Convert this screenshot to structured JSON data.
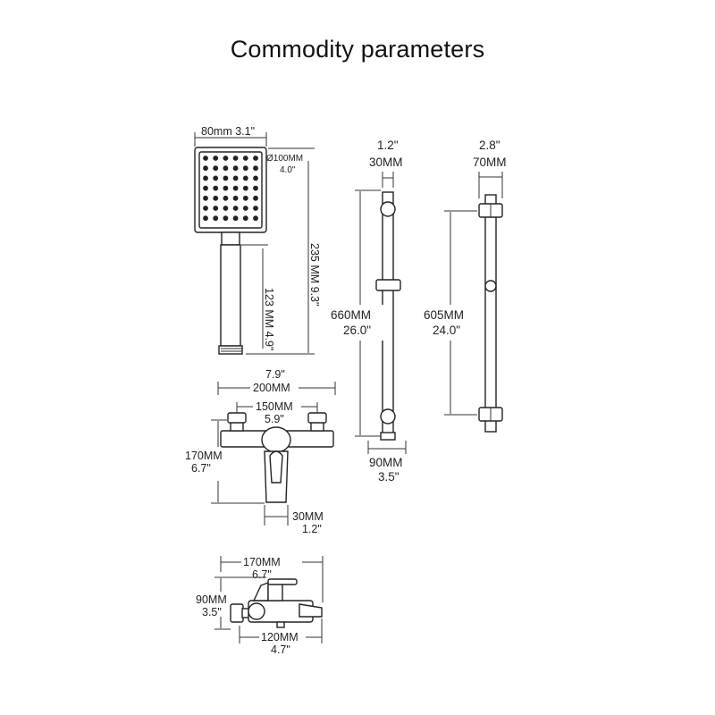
{
  "title": "Commodity parameters",
  "shower_head": {
    "width_label": "80mm 3.1\"",
    "diameter_mm": "Ø100MM",
    "diameter_in": "4.0\"",
    "total_length": "235 MM 9.3\"",
    "handle_length": "123 MM 4.9\""
  },
  "slide_bar_1": {
    "depth_in": "1.2\"",
    "depth_mm": "30MM",
    "height_mm": "660MM",
    "height_in": "26.0\"",
    "base_mm": "90MM",
    "base_in": "3.5\""
  },
  "slide_bar_2": {
    "depth_in": "2.8\"",
    "depth_mm": "70MM",
    "height_mm": "605MM",
    "height_in": "24.0\""
  },
  "mixer_front": {
    "total_in": "7.9\"",
    "total_mm": "200MM",
    "center_mm": "150MM",
    "center_in": "5.9\"",
    "height_mm": "170MM",
    "height_in": "6.7\"",
    "spout_mm": "30MM",
    "spout_in": "1.2\""
  },
  "mixer_side": {
    "width_mm": "170MM",
    "width_in": "6.7\"",
    "height_mm": "90MM",
    "height_in": "3.5\"",
    "bottom_mm": "120MM",
    "bottom_in": "4.7\""
  }
}
